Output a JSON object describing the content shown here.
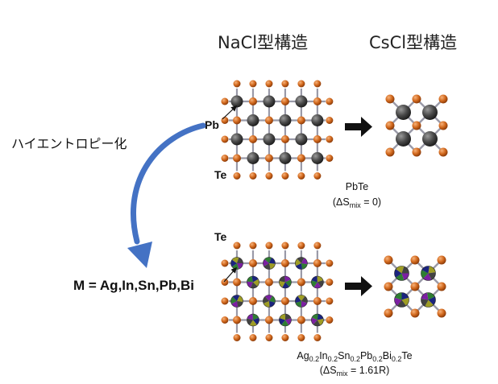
{
  "headers": {
    "nacl": "NaCl型構造",
    "cscl": "CsCl型構造"
  },
  "side_label": "ハイエントロピー化",
  "top_crystal": {
    "pb_label": "Pb",
    "te_label": "Te",
    "formula": "PbTe",
    "entropy": {
      "prefix": "(ΔS",
      "sub": "mix",
      "suffix": " = 0)"
    }
  },
  "bottom_crystal": {
    "te_label": "Te",
    "m_label": "M = Ag,In,Sn,Pb,Bi",
    "formula_parts": [
      {
        "t": "Ag",
        "s": false
      },
      {
        "t": "0.2",
        "s": true
      },
      {
        "t": "In",
        "s": false
      },
      {
        "t": "0.2",
        "s": true
      },
      {
        "t": "Sn",
        "s": false
      },
      {
        "t": "0.2",
        "s": true
      },
      {
        "t": "Pb",
        "s": false
      },
      {
        "t": "0.2",
        "s": true
      },
      {
        "t": "Bi",
        "s": false
      },
      {
        "t": "0.2",
        "s": true
      },
      {
        "t": "Te",
        "s": false
      }
    ],
    "entropy": {
      "prefix": "(ΔS",
      "sub": "mix",
      "suffix": " = 1.61R)"
    }
  },
  "colors": {
    "te": "#d2691e",
    "pb": "#4a4a4a",
    "bond": "#9a9aa8",
    "arrow_blue": "#4472c4",
    "mixed": [
      "#7b1fa2",
      "#2e7d32",
      "#1a237e",
      "#9e9d24",
      "#424242"
    ]
  }
}
